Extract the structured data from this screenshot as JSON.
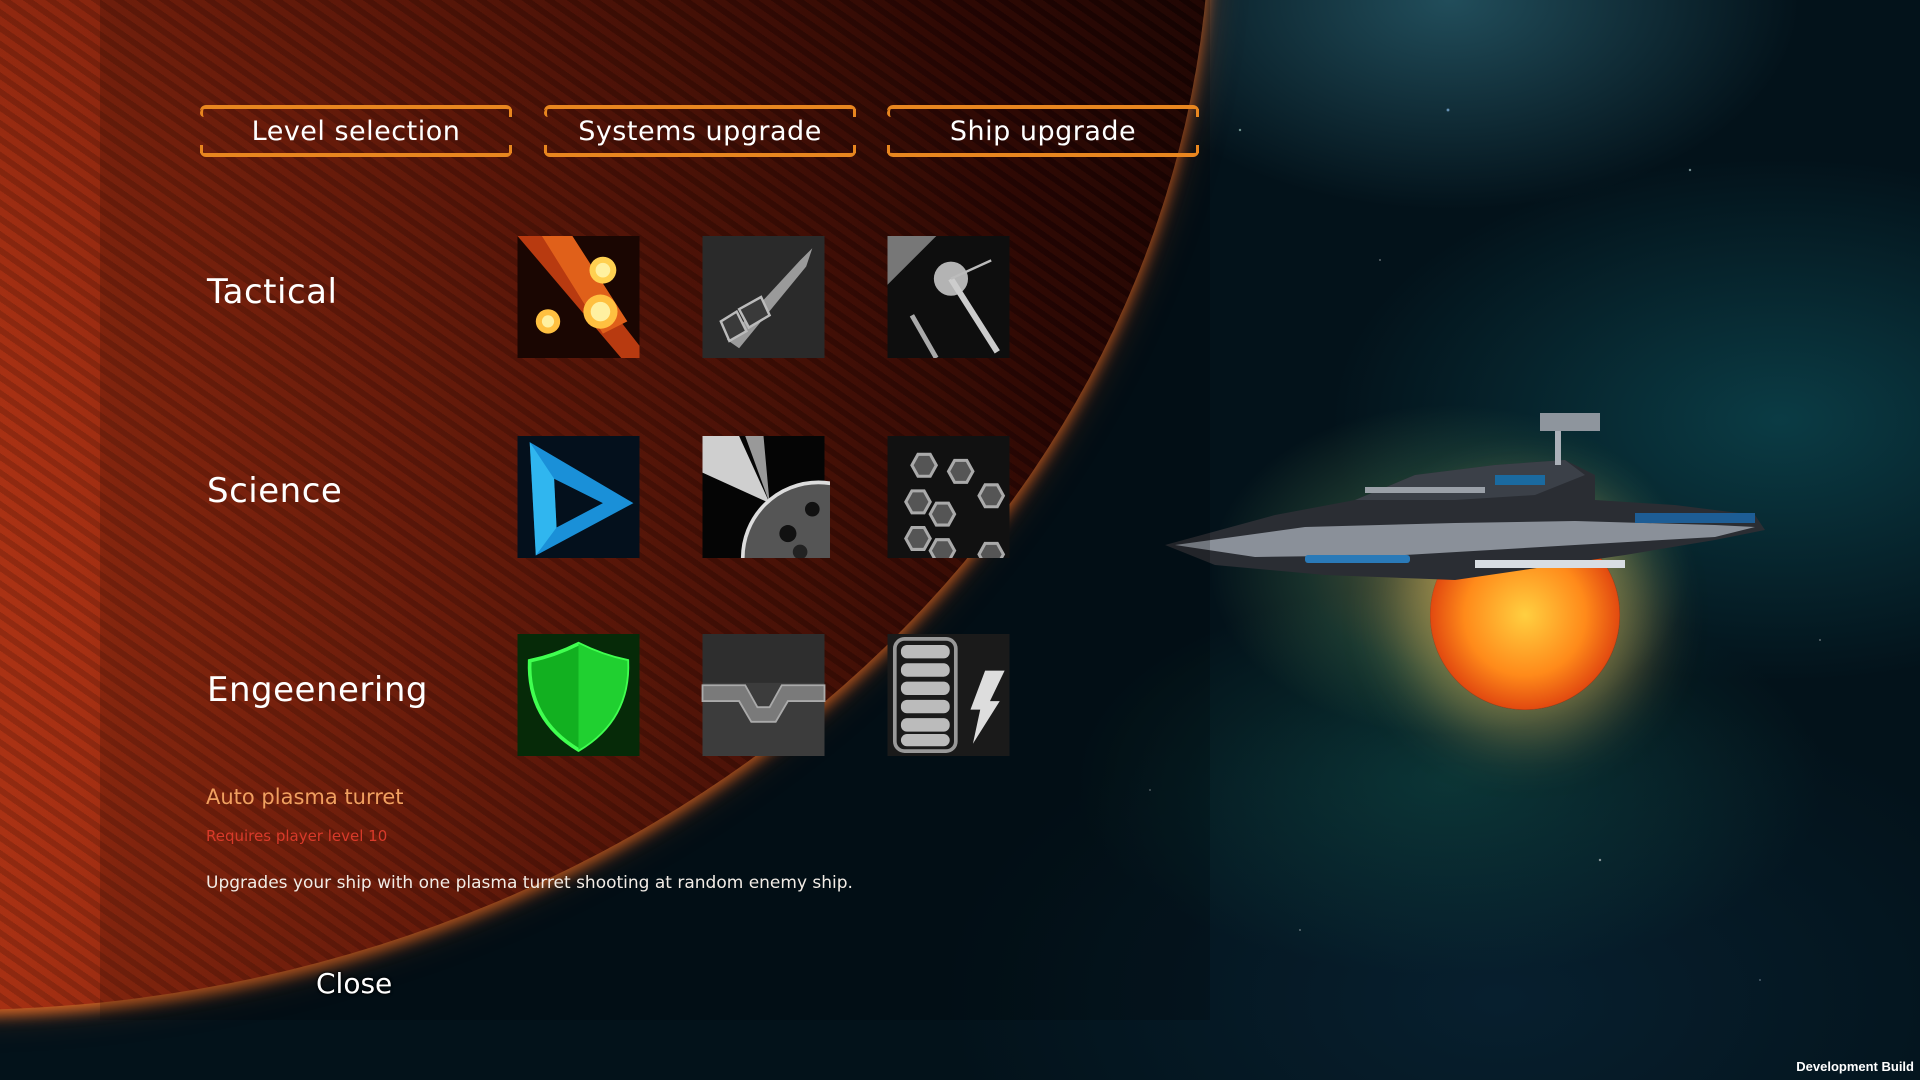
{
  "tabs": [
    {
      "label": "Level selection"
    },
    {
      "label": "Systems upgrade"
    },
    {
      "label": "Ship upgrade"
    }
  ],
  "categories": [
    {
      "label": "Tactical",
      "upgrades": [
        {
          "icon": "fireball-barrage-icon"
        },
        {
          "icon": "missile-icon"
        },
        {
          "icon": "laser-impact-icon"
        }
      ]
    },
    {
      "label": "Science",
      "upgrades": [
        {
          "icon": "blue-triangle-icon"
        },
        {
          "icon": "planet-beam-icon"
        },
        {
          "icon": "hex-shield-grid-icon"
        }
      ]
    },
    {
      "label": "Engeenering",
      "upgrades": [
        {
          "icon": "green-shield-icon"
        },
        {
          "icon": "armor-plating-icon"
        },
        {
          "icon": "battery-energy-icon"
        }
      ]
    }
  ],
  "selected_item": {
    "title": "Auto plasma turret",
    "requirement": "Requires player level 10",
    "description": "Upgrades your ship with one plasma turret shooting at random enemy ship."
  },
  "close_label": "Close",
  "dev_build_label": "Development Build",
  "colors": {
    "tab_border": "#e8861f",
    "item_title": "#f0a060",
    "requirement": "#d83a2a"
  }
}
